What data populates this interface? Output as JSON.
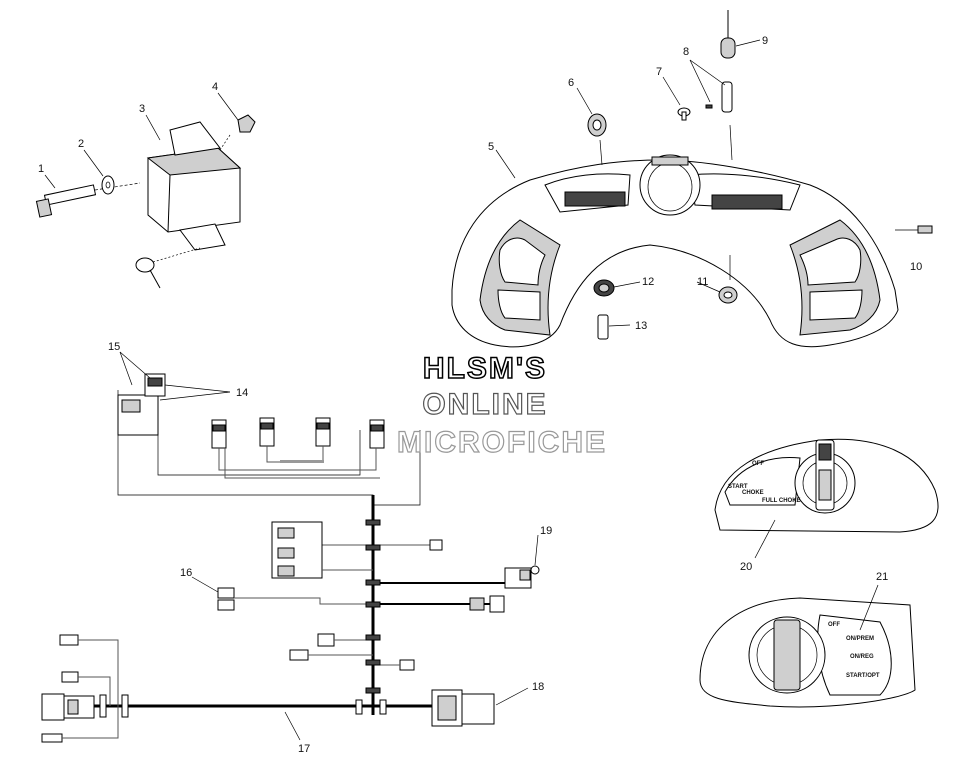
{
  "watermark": {
    "line1": "HLSM'S",
    "line2": "ONLINE",
    "line3": "MICROFICHE"
  },
  "callouts": [
    {
      "id": "1",
      "text": "1"
    },
    {
      "id": "2",
      "text": "2"
    },
    {
      "id": "3",
      "text": "3"
    },
    {
      "id": "4",
      "text": "4"
    },
    {
      "id": "5",
      "text": "5"
    },
    {
      "id": "6",
      "text": "6"
    },
    {
      "id": "7",
      "text": "7"
    },
    {
      "id": "8",
      "text": "8"
    },
    {
      "id": "9",
      "text": "9"
    },
    {
      "id": "10",
      "text": "10"
    },
    {
      "id": "11",
      "text": "11"
    },
    {
      "id": "12",
      "text": "12"
    },
    {
      "id": "13",
      "text": "13"
    },
    {
      "id": "14",
      "text": "14"
    },
    {
      "id": "15",
      "text": "15"
    },
    {
      "id": "16",
      "text": "16"
    },
    {
      "id": "17",
      "text": "17"
    },
    {
      "id": "18",
      "text": "18"
    },
    {
      "id": "19",
      "text": "19"
    },
    {
      "id": "20",
      "text": "20"
    },
    {
      "id": "21",
      "text": "21"
    }
  ],
  "switch_20": {
    "off": "OFF",
    "start": "START",
    "choke": "CHOKE",
    "full_choke": "FULL CHOKE"
  },
  "switch_21": {
    "off": "OFF",
    "on_prem": "ON/PREM",
    "on_reg": "ON/REG",
    "start_opt": "START/OPT"
  }
}
